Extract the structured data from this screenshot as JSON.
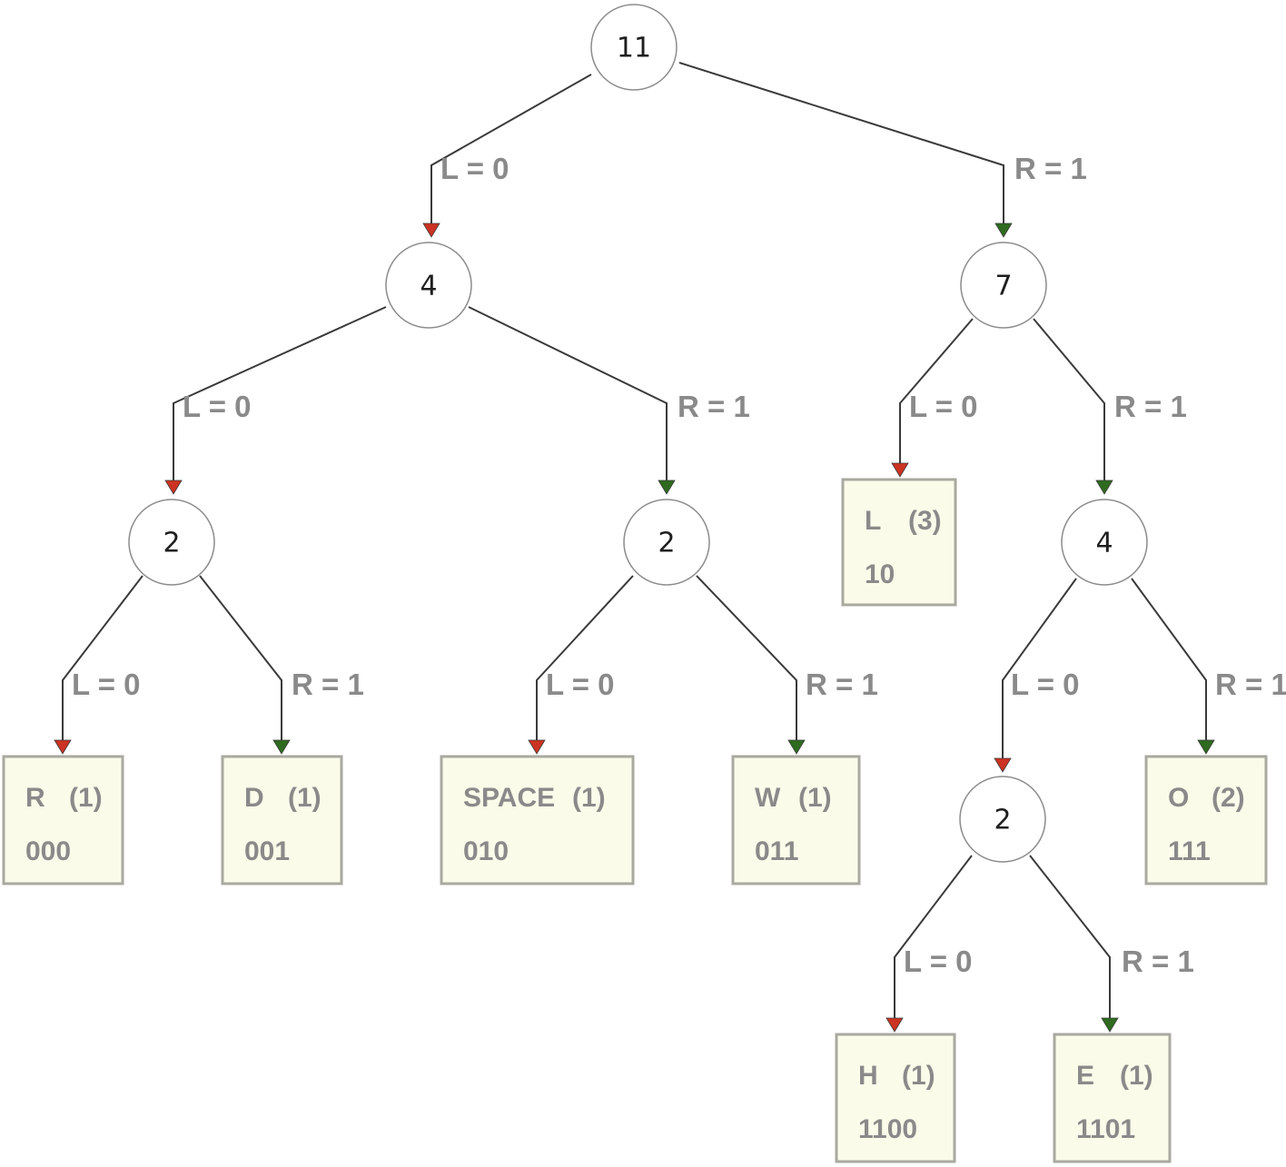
{
  "colors": {
    "left_arrow": "#cc3322",
    "right_arrow": "#2e6b1f",
    "edge_line": "#3a3a3a",
    "leaf_fill": "#fbfbea",
    "leaf_border": "#a9a9a0",
    "label_text": "#8a8a8a"
  },
  "edge_labels": {
    "left": "L = 0",
    "right": "R = 1"
  },
  "internal_nodes": [
    {
      "id": "n_root",
      "weight": "11"
    },
    {
      "id": "n_0",
      "weight": "4"
    },
    {
      "id": "n_1",
      "weight": "7"
    },
    {
      "id": "n_00",
      "weight": "2"
    },
    {
      "id": "n_01",
      "weight": "2"
    },
    {
      "id": "n_11",
      "weight": "4"
    },
    {
      "id": "n_110",
      "weight": "2"
    }
  ],
  "leaves": [
    {
      "id": "leaf_r",
      "symbol": "R",
      "count": "(1)",
      "code": "000"
    },
    {
      "id": "leaf_d",
      "symbol": "D",
      "count": "(1)",
      "code": "001"
    },
    {
      "id": "leaf_space",
      "symbol": "SPACE",
      "count": "(1)",
      "code": "010"
    },
    {
      "id": "leaf_w",
      "symbol": "W",
      "count": "(1)",
      "code": "011"
    },
    {
      "id": "leaf_l",
      "symbol": "L",
      "count": "(3)",
      "code": "10"
    },
    {
      "id": "leaf_o",
      "symbol": "O",
      "count": "(2)",
      "code": "111"
    },
    {
      "id": "leaf_h",
      "symbol": "H",
      "count": "(1)",
      "code": "1100"
    },
    {
      "id": "leaf_e",
      "symbol": "E",
      "count": "(1)",
      "code": "1101"
    }
  ],
  "edges": [
    {
      "from": "n_root",
      "to": "n_0",
      "side": "left"
    },
    {
      "from": "n_root",
      "to": "n_1",
      "side": "right"
    },
    {
      "from": "n_0",
      "to": "n_00",
      "side": "left"
    },
    {
      "from": "n_0",
      "to": "n_01",
      "side": "right"
    },
    {
      "from": "n_1",
      "to": "leaf_l",
      "side": "left"
    },
    {
      "from": "n_1",
      "to": "n_11",
      "side": "right"
    },
    {
      "from": "n_00",
      "to": "leaf_r",
      "side": "left"
    },
    {
      "from": "n_00",
      "to": "leaf_d",
      "side": "right"
    },
    {
      "from": "n_01",
      "to": "leaf_space",
      "side": "left"
    },
    {
      "from": "n_01",
      "to": "leaf_w",
      "side": "right"
    },
    {
      "from": "n_11",
      "to": "n_110",
      "side": "left"
    },
    {
      "from": "n_11",
      "to": "leaf_o",
      "side": "right"
    },
    {
      "from": "n_110",
      "to": "leaf_h",
      "side": "left"
    },
    {
      "from": "n_110",
      "to": "leaf_e",
      "side": "right"
    }
  ]
}
